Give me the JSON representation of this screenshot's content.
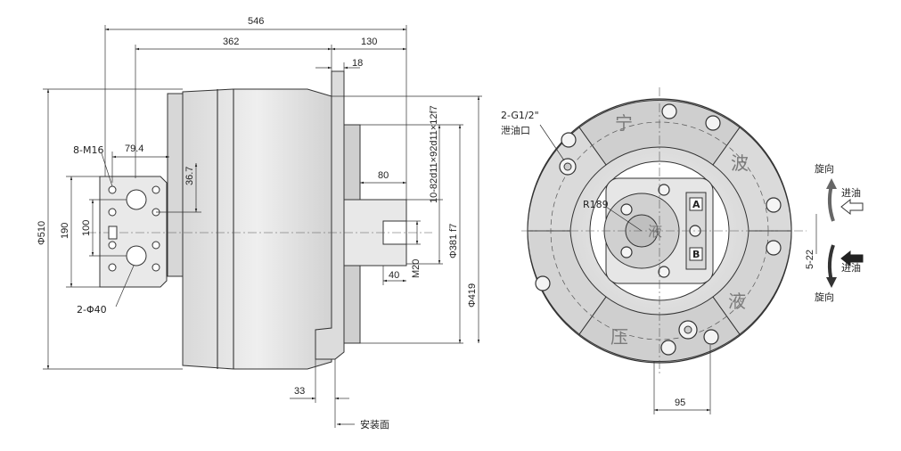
{
  "side_view": {
    "dims": {
      "d546": "546",
      "d362": "362",
      "d130": "130",
      "d18": "18",
      "d79": "79.4",
      "d36": "36.7",
      "d80": "80",
      "d40": "40",
      "d33": "33",
      "m20": "M20",
      "spline": "10-82d11×92d11×12f7",
      "phi381": "Φ381 f7",
      "phi419": "Φ419",
      "phi510": "Φ510",
      "d190": "190",
      "d100": "100"
    },
    "labels": {
      "m16": "8-M16",
      "phi40": "2-Φ40",
      "mount_face": "安装面"
    }
  },
  "front_view": {
    "labels": {
      "drain_code": "2-G1/2\"",
      "drain_text": "泄油口",
      "r189": "R189",
      "d95": "95",
      "rot_top": "旋向",
      "inlet_top": "进油",
      "d522": "5-22",
      "inlet_bot": "进油",
      "rot_bot": "旋向",
      "port_a": "A",
      "port_b": "B"
    }
  }
}
